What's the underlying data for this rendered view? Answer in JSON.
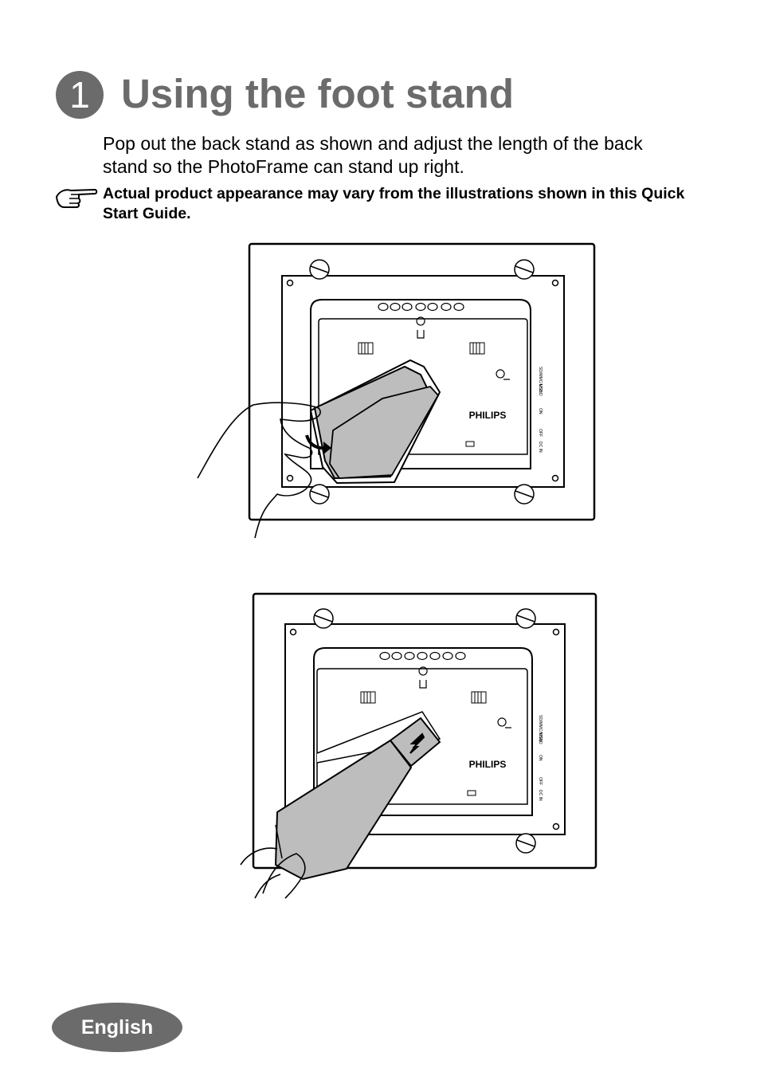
{
  "step_number": "1",
  "title": "Using the foot stand",
  "body": "Pop out the back stand as shown and adjust the length of the back stand so the PhotoFrame can stand up right.",
  "note": "Actual product appearance may vary from the illustrations shown in this Quick Start Guide.",
  "figures": {
    "brand": "PHILIPS",
    "port_labels": {
      "card": "SD/MMC/MS/xD",
      "usb": "USB",
      "power_switch_on": "ON",
      "power_switch_off": "OFF",
      "dc_in": "DC IN"
    }
  },
  "icons": {
    "step": "step-number-circle",
    "note": "pointing-hand-icon"
  },
  "colors": {
    "accent_gray": "#6b6b6b",
    "stand_gray": "#bdbdbd"
  },
  "footer": {
    "language": "English"
  }
}
